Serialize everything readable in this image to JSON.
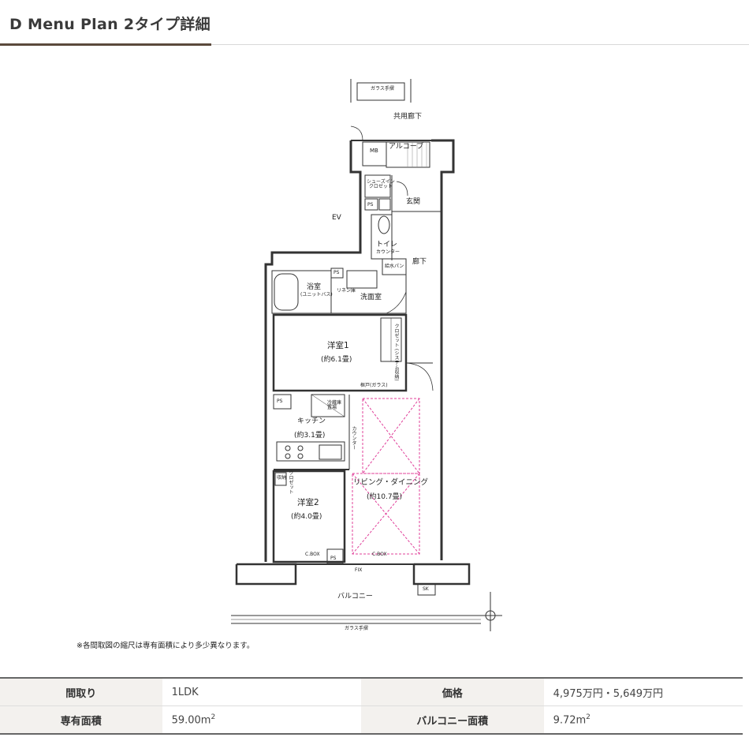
{
  "page": {
    "title": "D Menu Plan 2タイプ詳細"
  },
  "floorplan": {
    "labels": {
      "glass_rail_top": "ガラス手摺",
      "shared_corridor": "共用廊下",
      "mb": "MB",
      "alcove": "アルコーブ",
      "shoes_in_closet": "シューズイン\nクロゼット",
      "ps": "PS",
      "entrance": "玄関",
      "ev": "EV",
      "toilet": "トイレ",
      "counter": "カウンター",
      "hallway": "廊下",
      "water_heater": "給水パン",
      "bath": "浴室",
      "unit_bath": "(ユニットバス)",
      "linen": "リネン庫",
      "washroom": "洗面室",
      "bedroom1": "洋室1",
      "bedroom1_size": "(約6.1畳)",
      "closet_system": "クロゼット (システム収納)",
      "sliding_door": "框戸(ガラス)",
      "fridge": "冷蔵庫\n置場",
      "kitchen": "キッチン",
      "kitchen_size": "(約3.1畳)",
      "kitchen_counter": "カウンター",
      "ldk": "リビング・ダイニング",
      "ldk_size": "(約10.7畳)",
      "storage": "収納",
      "closet": "クロゼット",
      "bedroom2": "洋室2",
      "bedroom2_size": "(約4.0畳)",
      "cbox": "C.BOX",
      "fix": "FIX",
      "sk": "SK",
      "balcony": "バルコニー",
      "glass_rail_bottom": "ガラス手摺"
    }
  },
  "note": "※各間取図の縮尺は専有面積により多少異なります。",
  "spec": {
    "layout_label": "間取り",
    "layout_value": "1LDK",
    "price_label": "価格",
    "price_value": "4,975万円・5,649万円",
    "area_label": "専有面積",
    "area_value": "59.00m",
    "area_unit_sup": "2",
    "balcony_label": "バルコニー面積",
    "balcony_value": "9.72m",
    "balcony_unit_sup": "2"
  }
}
